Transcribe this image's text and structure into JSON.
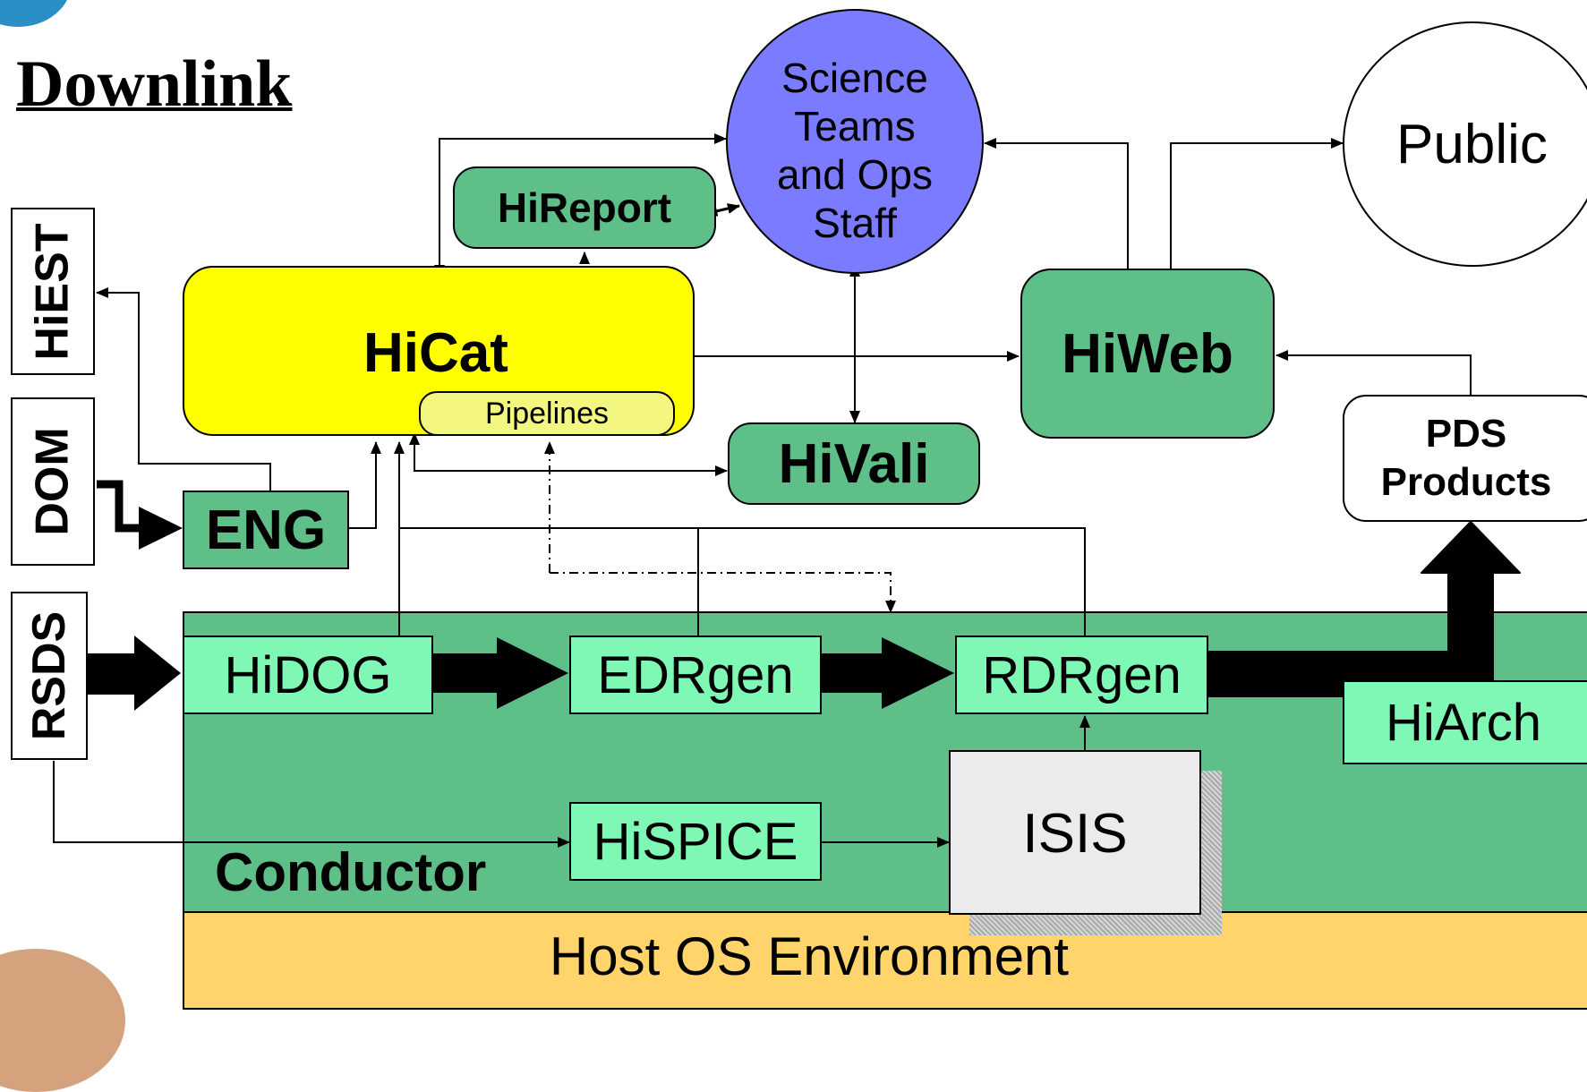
{
  "title": "Downlink",
  "side_labels": {
    "hiest": "HiEST",
    "dom": "DOM",
    "rsds": "RSDS"
  },
  "nodes": {
    "science_teams": "Science Teams and Ops Staff",
    "public": "Public",
    "hireport": "HiReport",
    "hicat": "HiCat",
    "pipelines": "Pipelines",
    "hiweb": "HiWeb",
    "hivali": "HiVali",
    "pds_products": "PDS Products",
    "eng": "ENG",
    "hidog": "HiDOG",
    "edrgen": "EDRgen",
    "rdrgen": "RDRgen",
    "hiarch": "HiArch",
    "hispice": "HiSPICE",
    "isis": "ISIS"
  },
  "layers": {
    "conductor": "Conductor",
    "host_os": "Host OS Environment"
  },
  "colors": {
    "conductor_bg": "#5fbf88",
    "module_bg": "#7ff7b5",
    "hicat_bg": "#ffff00",
    "pipelines_bg": "#f4f77f",
    "science_bg": "#7b7bff",
    "host_os_bg": "#ffd46b",
    "isis_bg": "#ebebeb"
  }
}
